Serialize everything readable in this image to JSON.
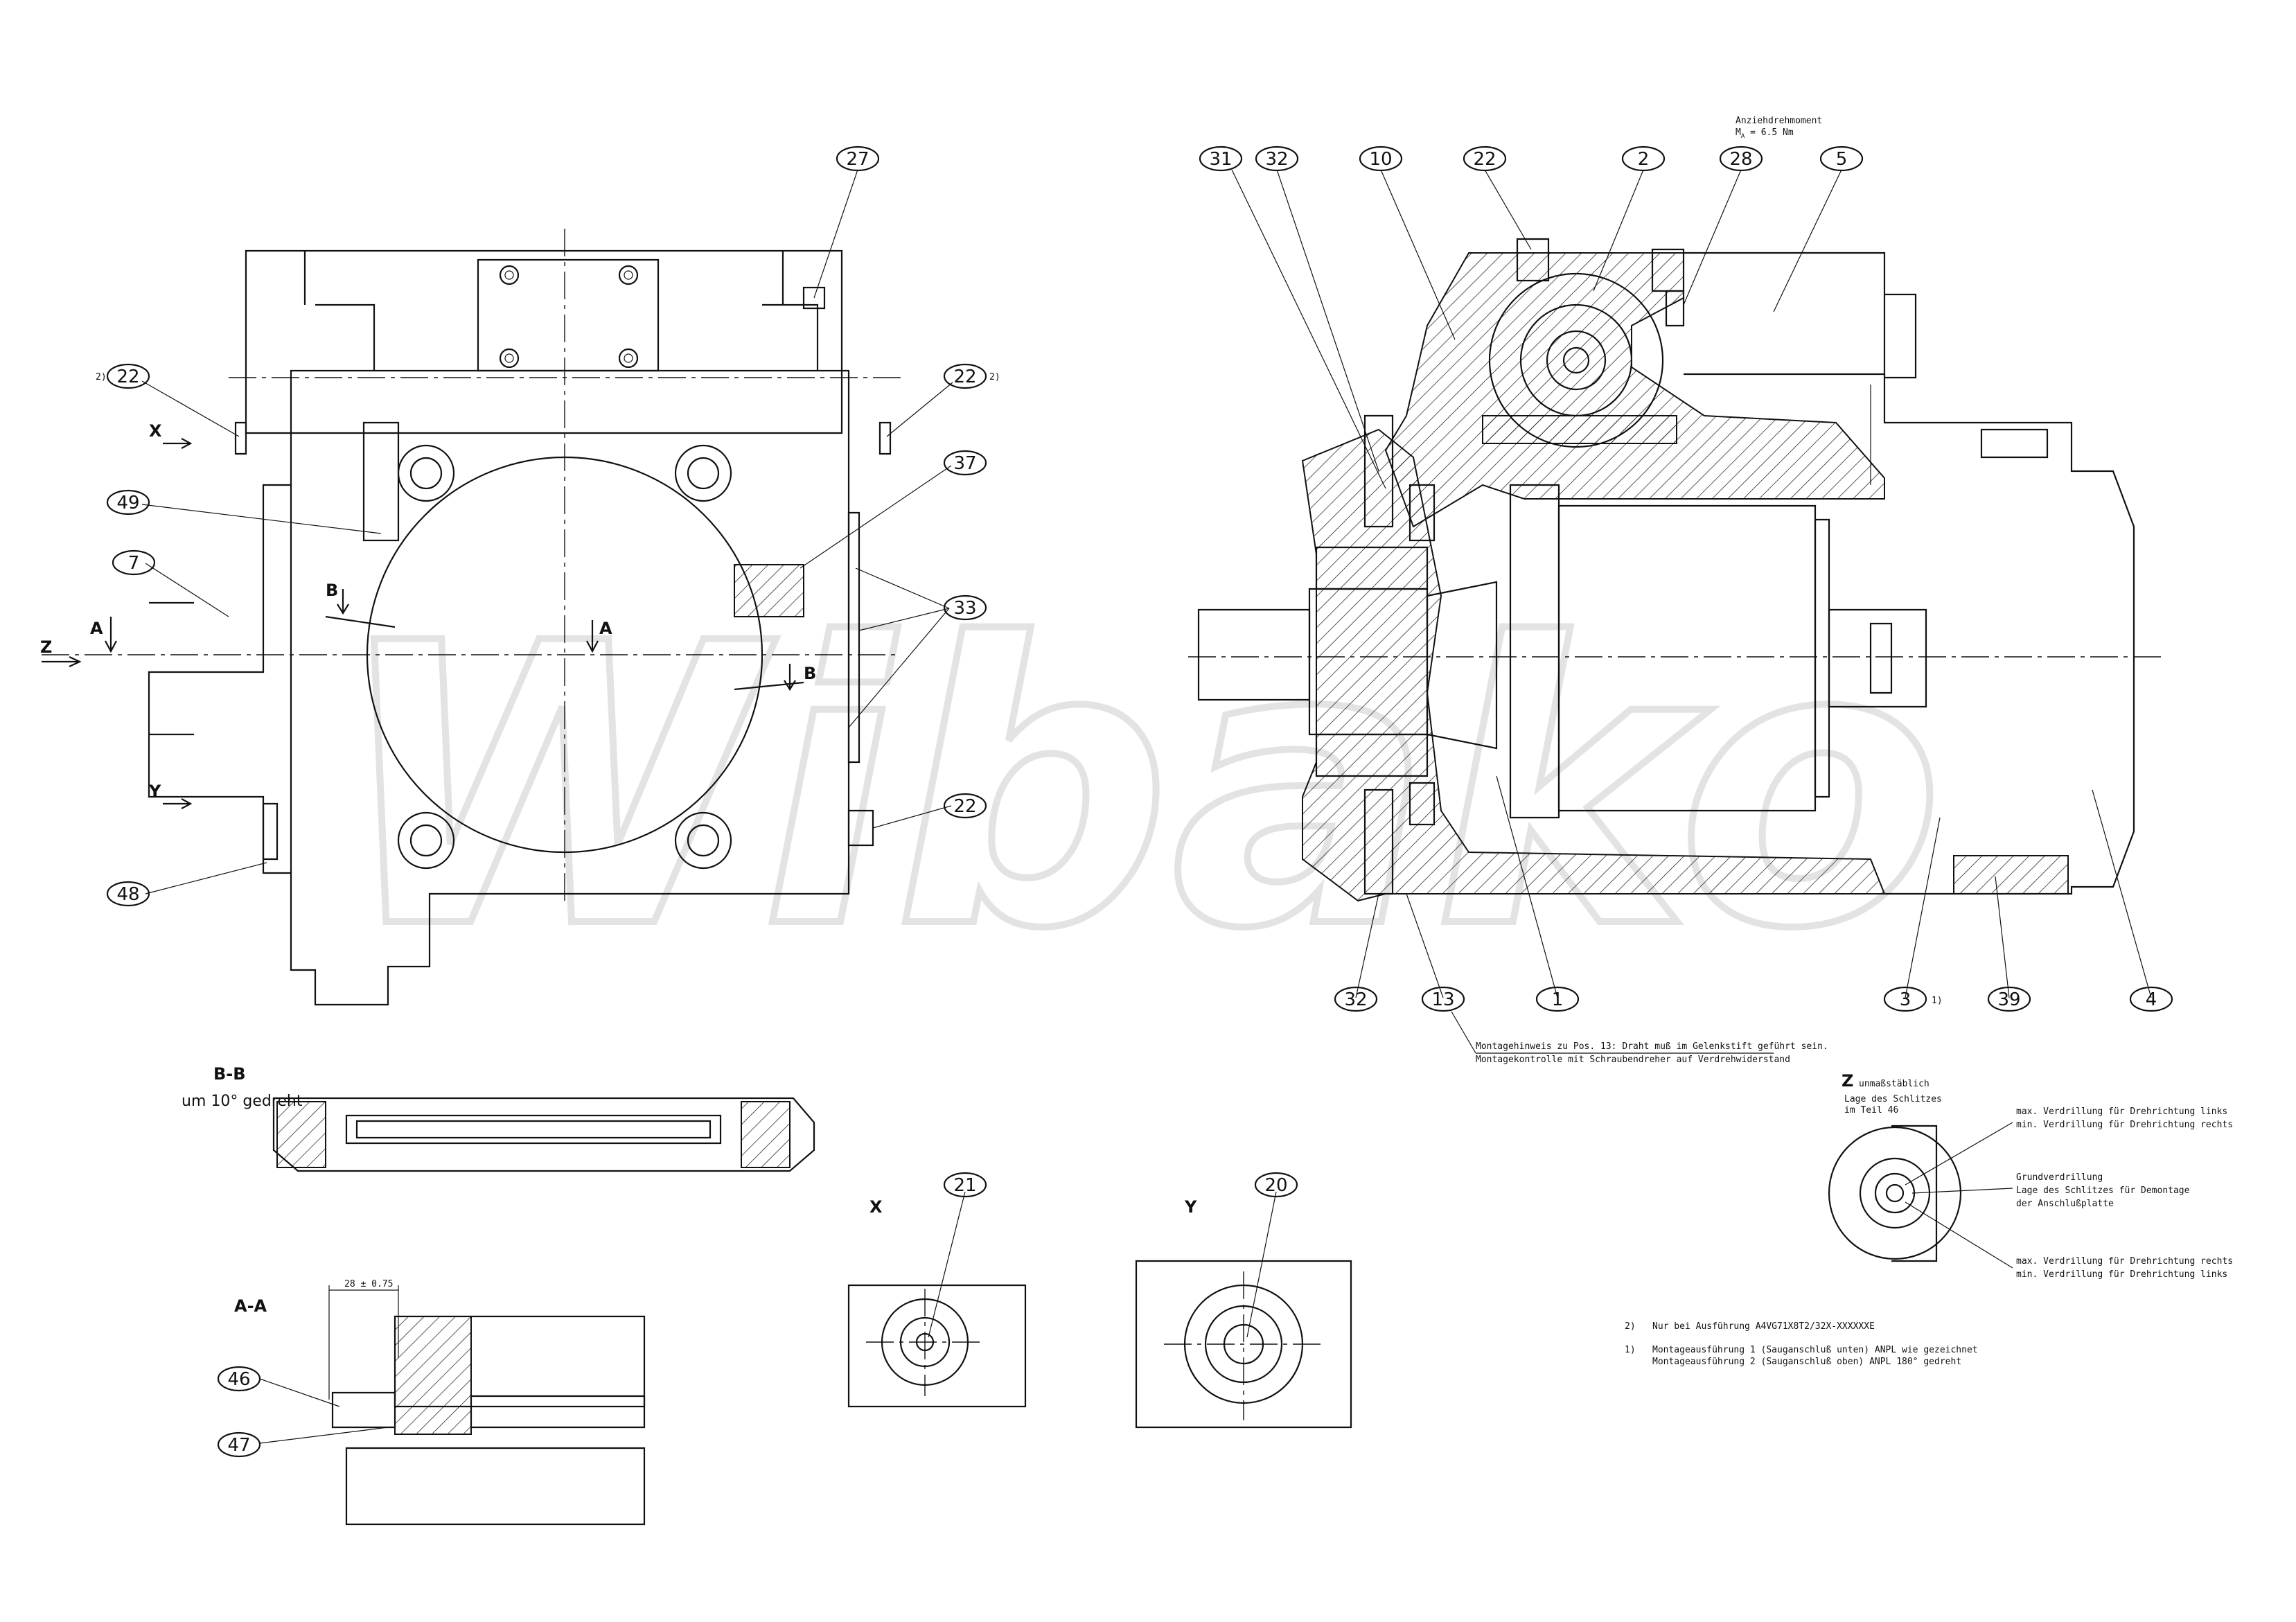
{
  "watermark": "Wibako",
  "balloons": {
    "b27": "27",
    "b22_tl": "22",
    "b22_tr": "22",
    "b49": "49",
    "b37": "37",
    "b7": "7",
    "b33": "33",
    "b22_r": "22",
    "b48": "48",
    "b31": "31",
    "b32_t": "32",
    "b10": "10",
    "b22_t": "22",
    "b2": "2",
    "b28": "28",
    "b5": "5",
    "b32_b": "32",
    "b13": "13",
    "b1": "1",
    "b3": "3",
    "b39": "39",
    "b4": "4",
    "b46": "46",
    "b47": "47",
    "b21": "21",
    "b20": "20"
  },
  "footnote_marks": {
    "m22_tl": "2)",
    "m22_tr": "2)",
    "m3": "1)"
  },
  "view_labels": {
    "X_arrow": "X",
    "Y_arrow": "Y",
    "Z_arrow": "Z",
    "A_left": "A",
    "A_center": "A",
    "B_left": "B",
    "B_right": "B",
    "BB_title": "B-B",
    "BB_sub": "um 10° gedreht",
    "AA_title": "A-A",
    "AA_dim": "28 ± 0.75",
    "X_title": "X",
    "Y_title": "Y",
    "Z_title": "Z",
    "Z_sub": "unmaßstäblich"
  },
  "torque_note": {
    "line1": "Anziehdrehmoment",
    "line2": "M",
    "sub": "A",
    "line2b": " = 6.5 Nm"
  },
  "assembly_note": {
    "line1": "Montagehinweis zu Pos. 13: Draht muß im Gelenkstift geführt sein.",
    "line2": "Montagekontrolle mit Schraubendreher auf Verdrehwiderstand"
  },
  "slot_note": {
    "title1": "Lage des Schlitzes",
    "title2": "im Teil 46",
    "max_left_1": "max. Verdrillung für Drehrichtung links",
    "max_left_2": "min. Verdrillung für Drehrichtung rechts",
    "basic_1": "Grundverdrillung",
    "basic_2": "Lage des Schlitzes für Demontage",
    "basic_3": "der Anschlußplatte",
    "max_right_1": "max. Verdrillung für Drehrichtung rechts",
    "max_right_2": "min. Verdrillung für Drehrichtung links"
  },
  "footnotes": {
    "n2_mark": "2)",
    "n2_text": "Nur bei Ausführung A4VG71X8T2/32X-XXXXXXE",
    "n1_mark": "1)",
    "n1_text1": "Montageausführung 1 (Sauganschluß unten) ANPL wie gezeichnet",
    "n1_text2": "Montageausführung 2 (Sauganschluß oben) ANPL 180° gedreht"
  }
}
